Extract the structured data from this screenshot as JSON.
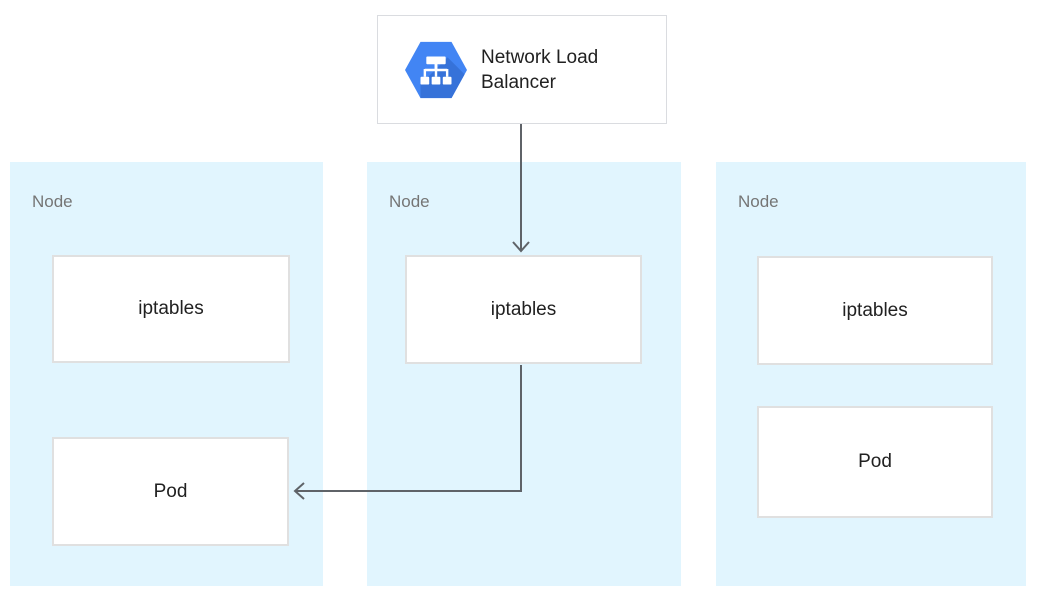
{
  "load_balancer": {
    "label": "Network Load Balancer",
    "icon": "network-load-balancer-hexagon-icon"
  },
  "nodes": [
    {
      "label": "Node",
      "boxes": [
        {
          "label": "iptables"
        },
        {
          "label": "Pod"
        }
      ]
    },
    {
      "label": "Node",
      "boxes": [
        {
          "label": "iptables"
        }
      ]
    },
    {
      "label": "Node",
      "boxes": [
        {
          "label": "iptables"
        },
        {
          "label": "Pod"
        }
      ]
    }
  ],
  "arrows": [
    {
      "from": "load-balancer",
      "to": "node-2-iptables",
      "direction": "down"
    },
    {
      "from": "node-2-iptables",
      "to": "node-1-pod",
      "direction": "left"
    }
  ],
  "colors": {
    "node_background": "#E1F5FE",
    "box_background": "#FFFFFF",
    "box_border": "#E0E0E0",
    "card_border": "#DADCE0",
    "hexagon_blue": "#4285F4",
    "hexagon_shadow": "#3672D9",
    "arrow": "#5F6368",
    "node_label_text": "#757575",
    "box_text": "#212121"
  }
}
